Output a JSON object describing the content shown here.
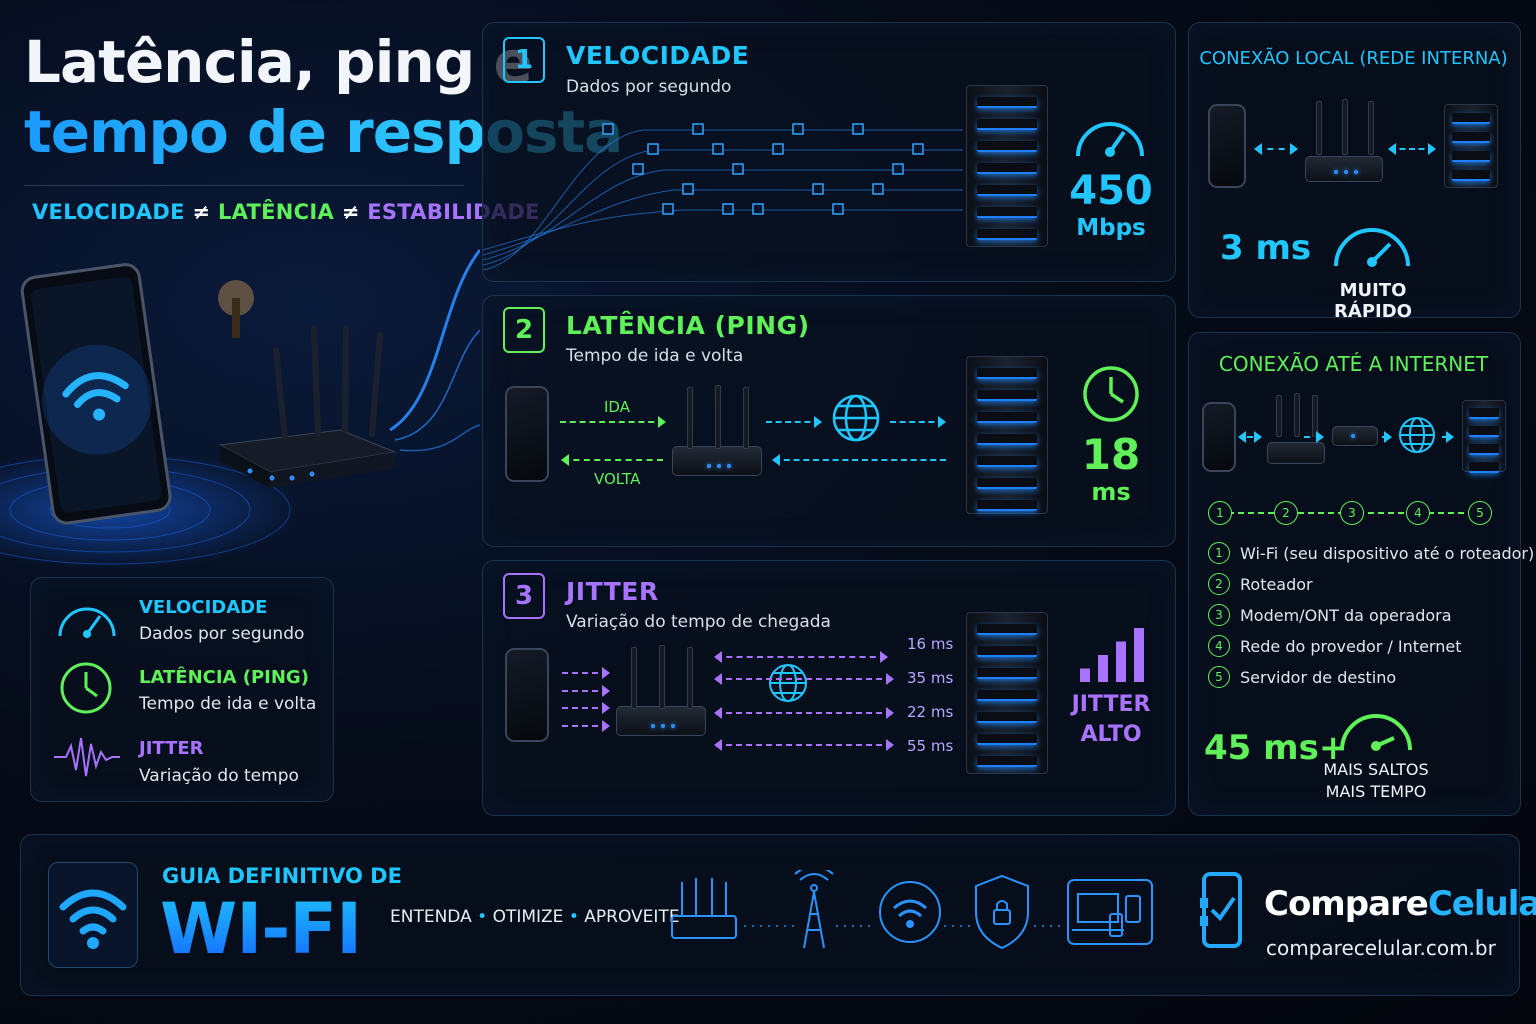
{
  "header": {
    "title_line1": "Latência, ping e",
    "title_line2": "tempo de resposta",
    "tagline": {
      "velocidade": "VELOCIDADE",
      "neq1": "≠",
      "latencia": "LATÊNCIA",
      "neq2": "≠",
      "estabilidade": "ESTABILIDADE"
    }
  },
  "legend": {
    "items": [
      {
        "title": "VELOCIDADE",
        "desc": "Dados por segundo",
        "icon": "gauge-icon"
      },
      {
        "title": "LATÊNCIA (PING)",
        "desc": "Tempo de ida e volta",
        "icon": "clock-icon"
      },
      {
        "title": "JITTER",
        "desc": "Variação do tempo",
        "icon": "waveform-icon"
      }
    ]
  },
  "section1": {
    "num": "1",
    "title": "VELOCIDADE",
    "subtitle": "Dados por segundo",
    "value": "450",
    "unit": "Mbps"
  },
  "section2": {
    "num": "2",
    "title": "LATÊNCIA (PING)",
    "subtitle": "Tempo de ida e volta",
    "ida": "IDA",
    "volta": "VOLTA",
    "value": "18",
    "unit": "ms"
  },
  "section3": {
    "num": "3",
    "title": "JITTER",
    "subtitle": "Variação do tempo de chegada",
    "times": [
      "16 ms",
      "35 ms",
      "22 ms",
      "55 ms"
    ],
    "status_line1": "JITTER",
    "status_line2": "ALTO",
    "bar_levels": [
      0.25,
      0.5,
      0.75,
      1.0
    ]
  },
  "local": {
    "title": "CONEXÃO LOCAL (REDE INTERNA)",
    "value": "3 ms",
    "status": "MUITO RÁPIDO"
  },
  "internet": {
    "title": "CONEXÃO ATÉ A INTERNET",
    "hops": [
      "1",
      "2",
      "3",
      "4",
      "5"
    ],
    "steps": [
      {
        "n": "1",
        "label": "Wi-Fi (seu dispositivo até o roteador)"
      },
      {
        "n": "2",
        "label": "Roteador"
      },
      {
        "n": "3",
        "label": "Modem/ONT da operadora"
      },
      {
        "n": "4",
        "label": "Rede do provedor / Internet"
      },
      {
        "n": "5",
        "label": "Servidor de destino"
      }
    ],
    "value": "45 ms+",
    "note_line1": "MAIS SALTOS",
    "note_line2": "MAIS TEMPO"
  },
  "footer": {
    "guide_small": "GUIA DEFINITIVO DE",
    "guide_big": "WI-FI",
    "steps": [
      "ENTENDA",
      "OTIMIZE",
      "APROVEITE"
    ],
    "brand_a": "Compare",
    "brand_b": "Celular",
    "url": "comparecelular.com.br"
  },
  "colors": {
    "speed": "#21c6ff",
    "latency": "#5ff05a",
    "jitter": "#a873ff",
    "background": "#050b18"
  }
}
